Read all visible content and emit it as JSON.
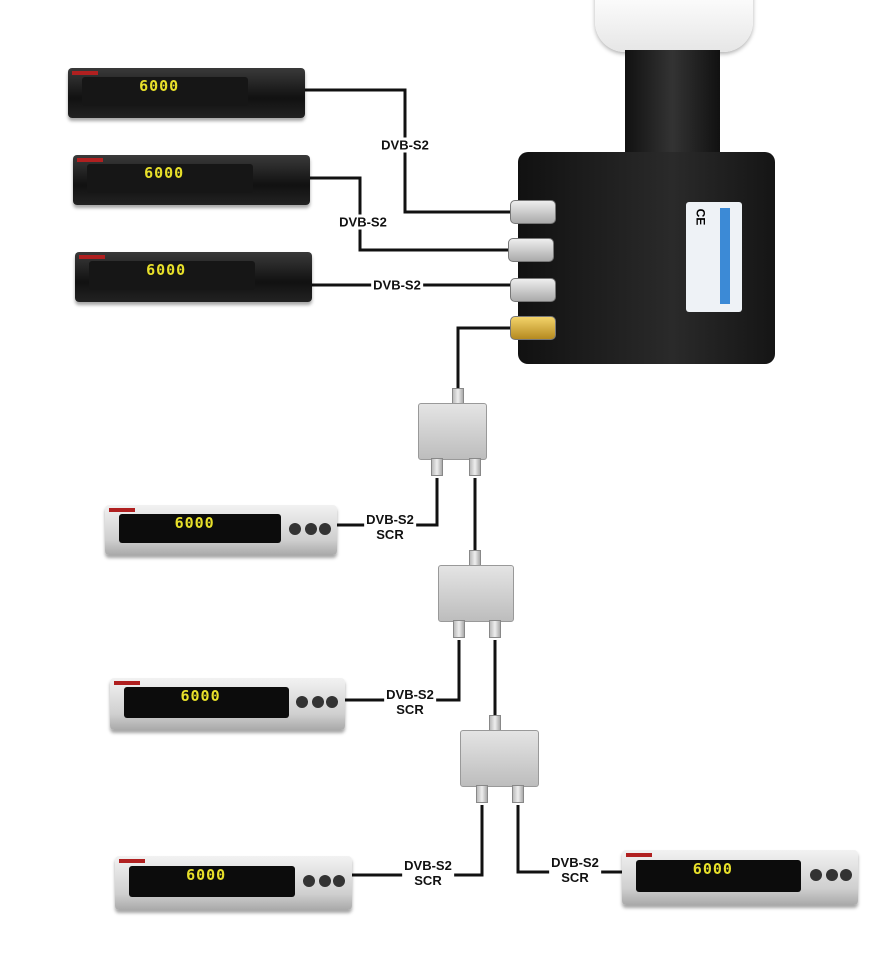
{
  "receivers": [
    {
      "display": "6000",
      "style": "black"
    },
    {
      "display": "6000",
      "style": "black"
    },
    {
      "display": "6000",
      "style": "black"
    },
    {
      "display": "6000",
      "style": "silver"
    },
    {
      "display": "6000",
      "style": "silver"
    },
    {
      "display": "6000",
      "style": "silver"
    },
    {
      "display": "6000",
      "style": "silver"
    }
  ],
  "labels": {
    "l1": "DVB-S2",
    "l2": "DVB-S2",
    "l3": "DVB-S2",
    "scr1": {
      "a": "DVB-S2",
      "b": "SCR"
    },
    "scr2": {
      "a": "DVB-S2",
      "b": "SCR"
    },
    "scr3": {
      "a": "DVB-S2",
      "b": "SCR"
    },
    "scr4": {
      "a": "DVB-S2",
      "b": "SCR"
    }
  },
  "lnb": {
    "ce_mark": "CE"
  }
}
